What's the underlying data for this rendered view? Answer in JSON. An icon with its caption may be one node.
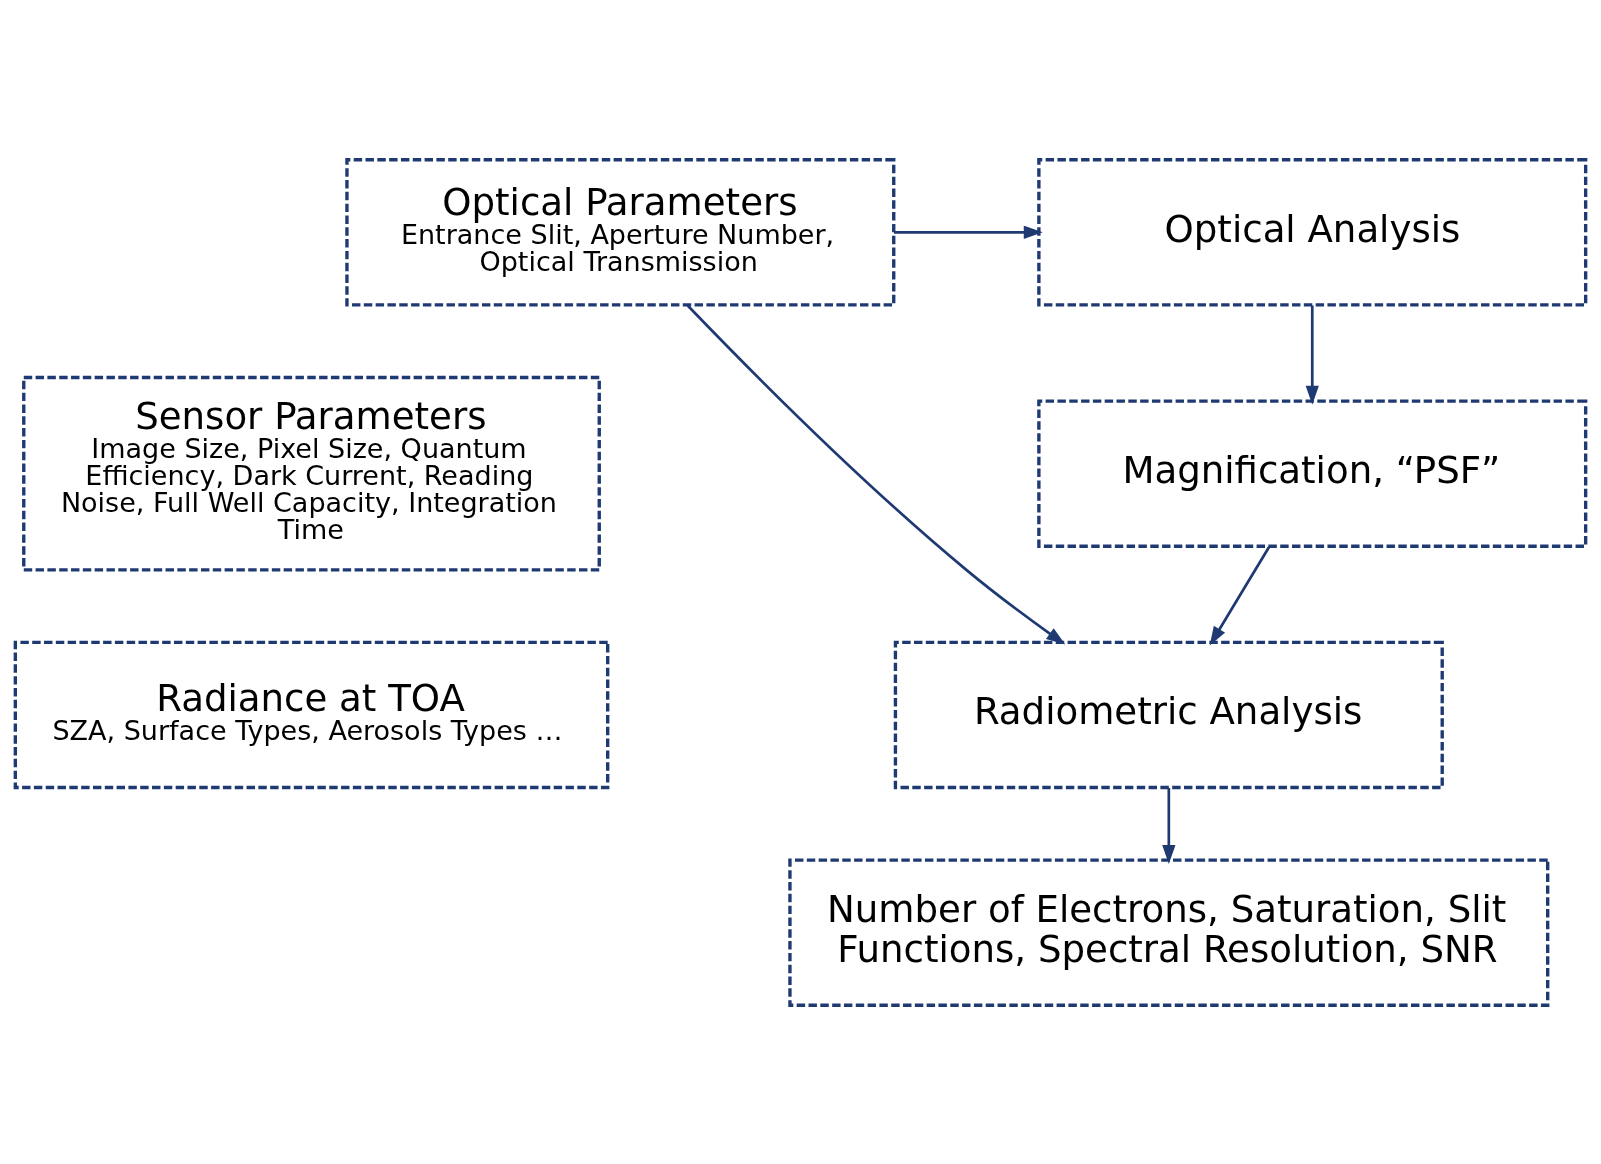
{
  "diagram": {
    "nodes": [
      {
        "text": [
          "Optical Parameters",
          "Entrance Slit, Aperture Number, Optical Transmission"
        ]
      },
      {
        "text": [
          "Sensor Parameters",
          "Image Size, Pixel Size, Quantum Efficiency, Dark Current, Reading Noise, Full Well Capacity, Integration Time"
        ]
      },
      {
        "text": [
          "Radiance at TOA",
          "SZA, Surface Types, Aerosols Types …"
        ]
      },
      {
        "text": [
          "Optical Analysis"
        ]
      },
      {
        "text": [
          "Magnification, “PSF”"
        ]
      },
      {
        "text": [
          "Radiometric Analysis"
        ]
      },
      {
        "text": [
          "Number of Electrons, Saturation, Slit Functions, Spectral Resolution, SNR"
        ]
      }
    ],
    "edges": [
      {
        "from": 0,
        "to": 3,
        "arrow": "to"
      },
      {
        "from": 0,
        "to": 5,
        "arrow": "to"
      },
      {
        "from": 3,
        "to": 4,
        "arrow": "to"
      },
      {
        "from": 4,
        "to": 5,
        "arrow": "to"
      },
      {
        "from": 5,
        "to": 6,
        "arrow": "to"
      }
    ]
  }
}
